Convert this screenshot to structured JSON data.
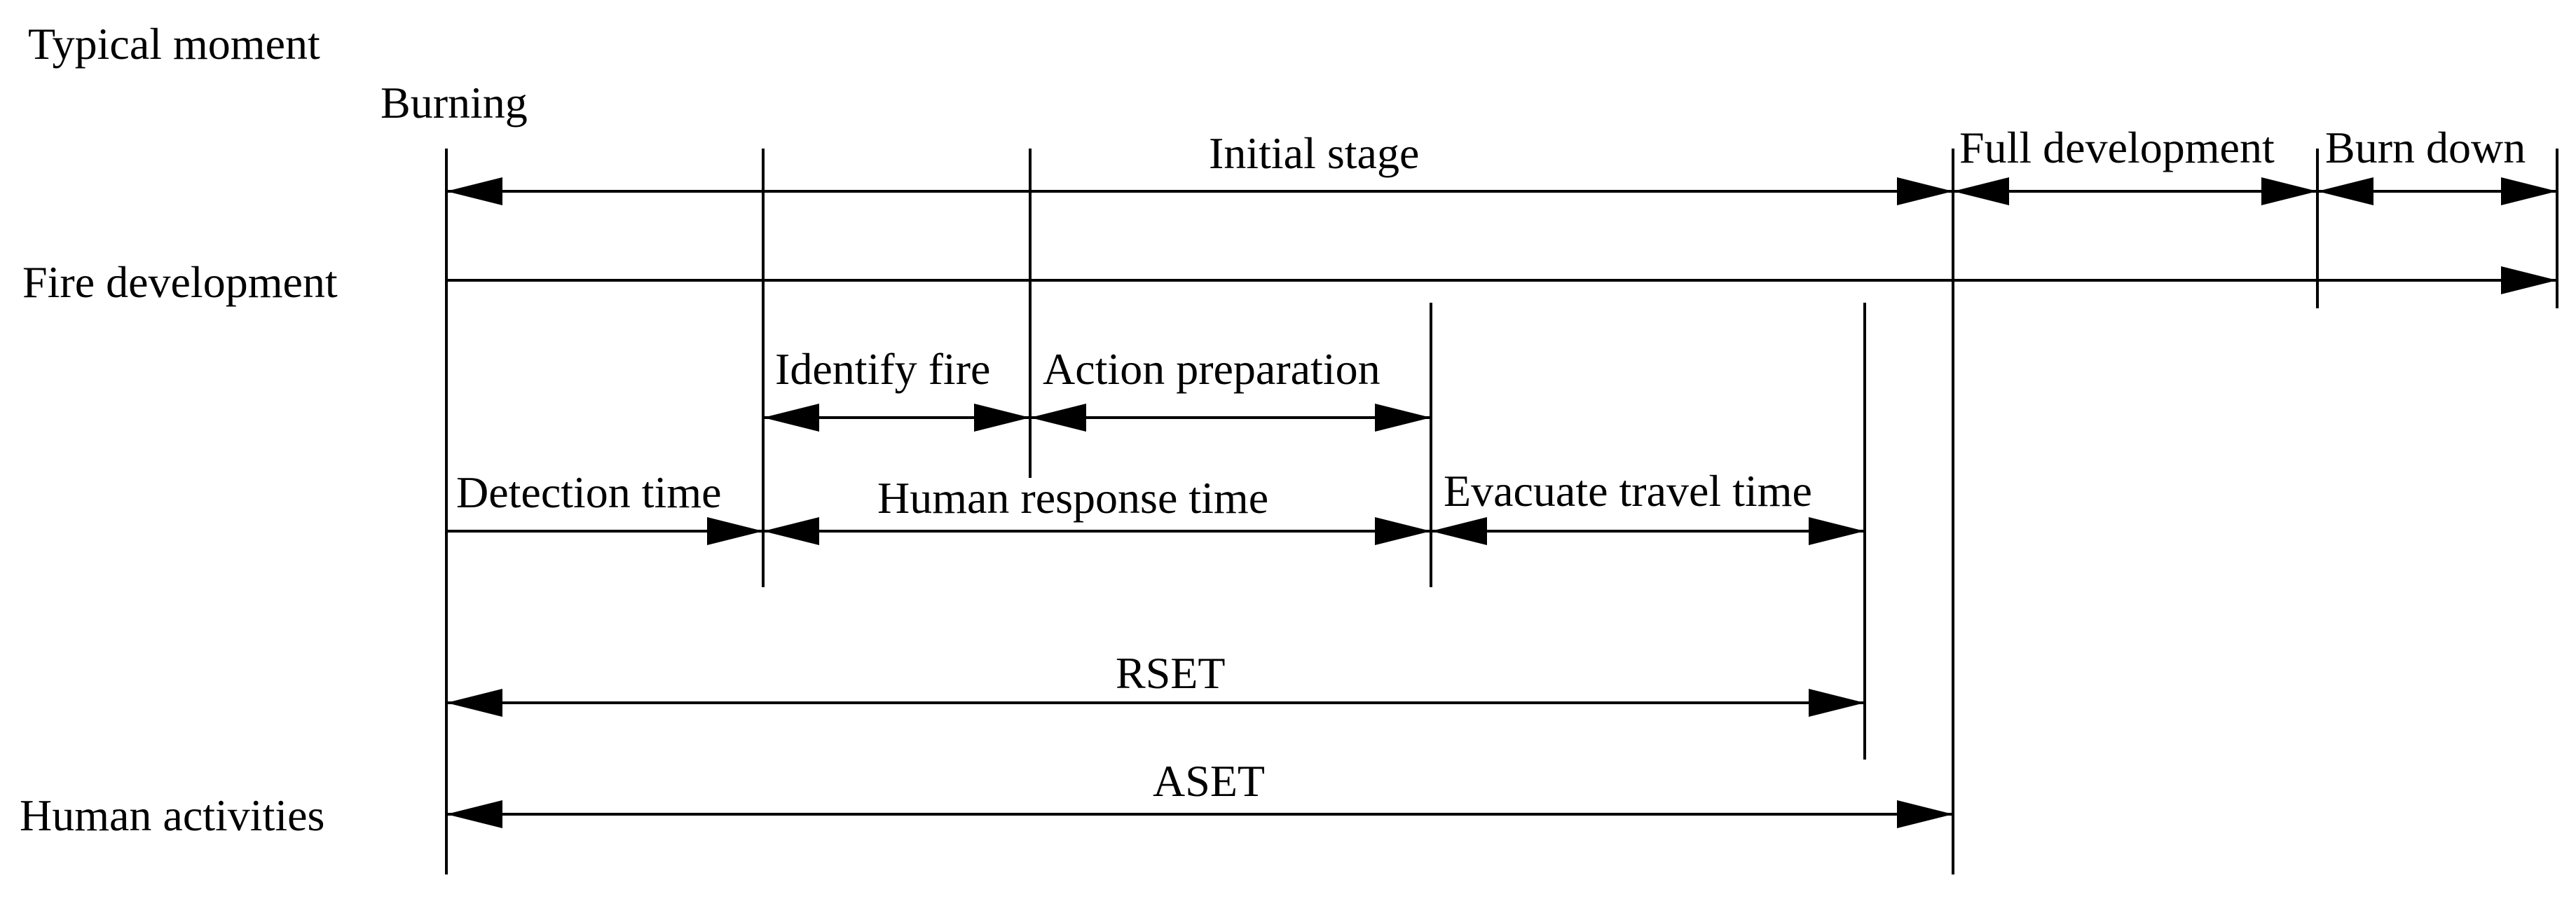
{
  "rows": {
    "typical_moment": "Typical moment",
    "fire_development": "Fire development",
    "human_activities": "Human activities"
  },
  "marker": {
    "burning": "Burning"
  },
  "fire_stages": {
    "initial_stage": "Initial stage",
    "full_development": "Full development",
    "burn_down": "Burn down"
  },
  "response_substeps": {
    "identify_fire": "Identify fire",
    "action_preparation": "Action preparation"
  },
  "timeline_segments": {
    "detection_time": "Detection time",
    "human_response_time": "Human response time",
    "evacuate_travel_time": "Evacuate travel time"
  },
  "intervals": {
    "rset": "RSET",
    "aset": "ASET"
  }
}
